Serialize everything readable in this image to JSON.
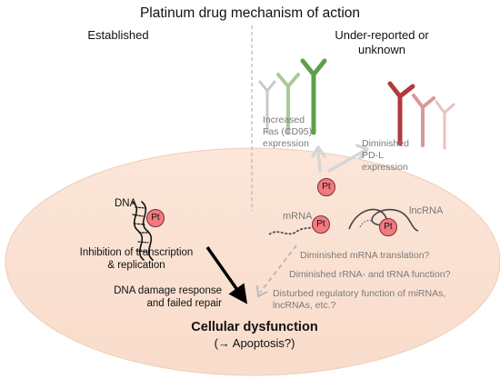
{
  "title": "Platinum drug mechanism of action",
  "established": {
    "header": "Established",
    "dna_label": "DNA",
    "pt_label": "Pt",
    "inhibition": [
      "Inhibition of transcription",
      "& replication"
    ],
    "dna_damage": [
      "DNA damage response",
      "and failed repair"
    ]
  },
  "under_reported": {
    "header": [
      "Under-reported or",
      "unknown"
    ],
    "fas": [
      "Increased",
      "Fas (CD95)",
      "expression"
    ],
    "pdl": [
      "Diminished",
      "PD-L",
      "expression"
    ],
    "pt_label": "Pt",
    "mrna_label": "mRNA",
    "lncrna_label": "lncRNA",
    "mrna_translation": "Diminished mRNA translation?",
    "rrna_trna": "Diminished rRNA- and tRNA function?",
    "regulatory": [
      "Disturbed regulatory function of miRNAs,",
      "lncRNAs, etc.?"
    ]
  },
  "outcome": {
    "main": "Cellular dysfunction",
    "sub": "(→ Apoptosis?)"
  },
  "colors": {
    "cell_fill": "#fbe4d6",
    "cell_edge": "#f0cdb8",
    "pt_fill": "#f27a7e",
    "fas_receptor": "#5f9e4a",
    "pdl_receptor": "#b23a3e",
    "dashed_divider": "#b5b5b5"
  }
}
